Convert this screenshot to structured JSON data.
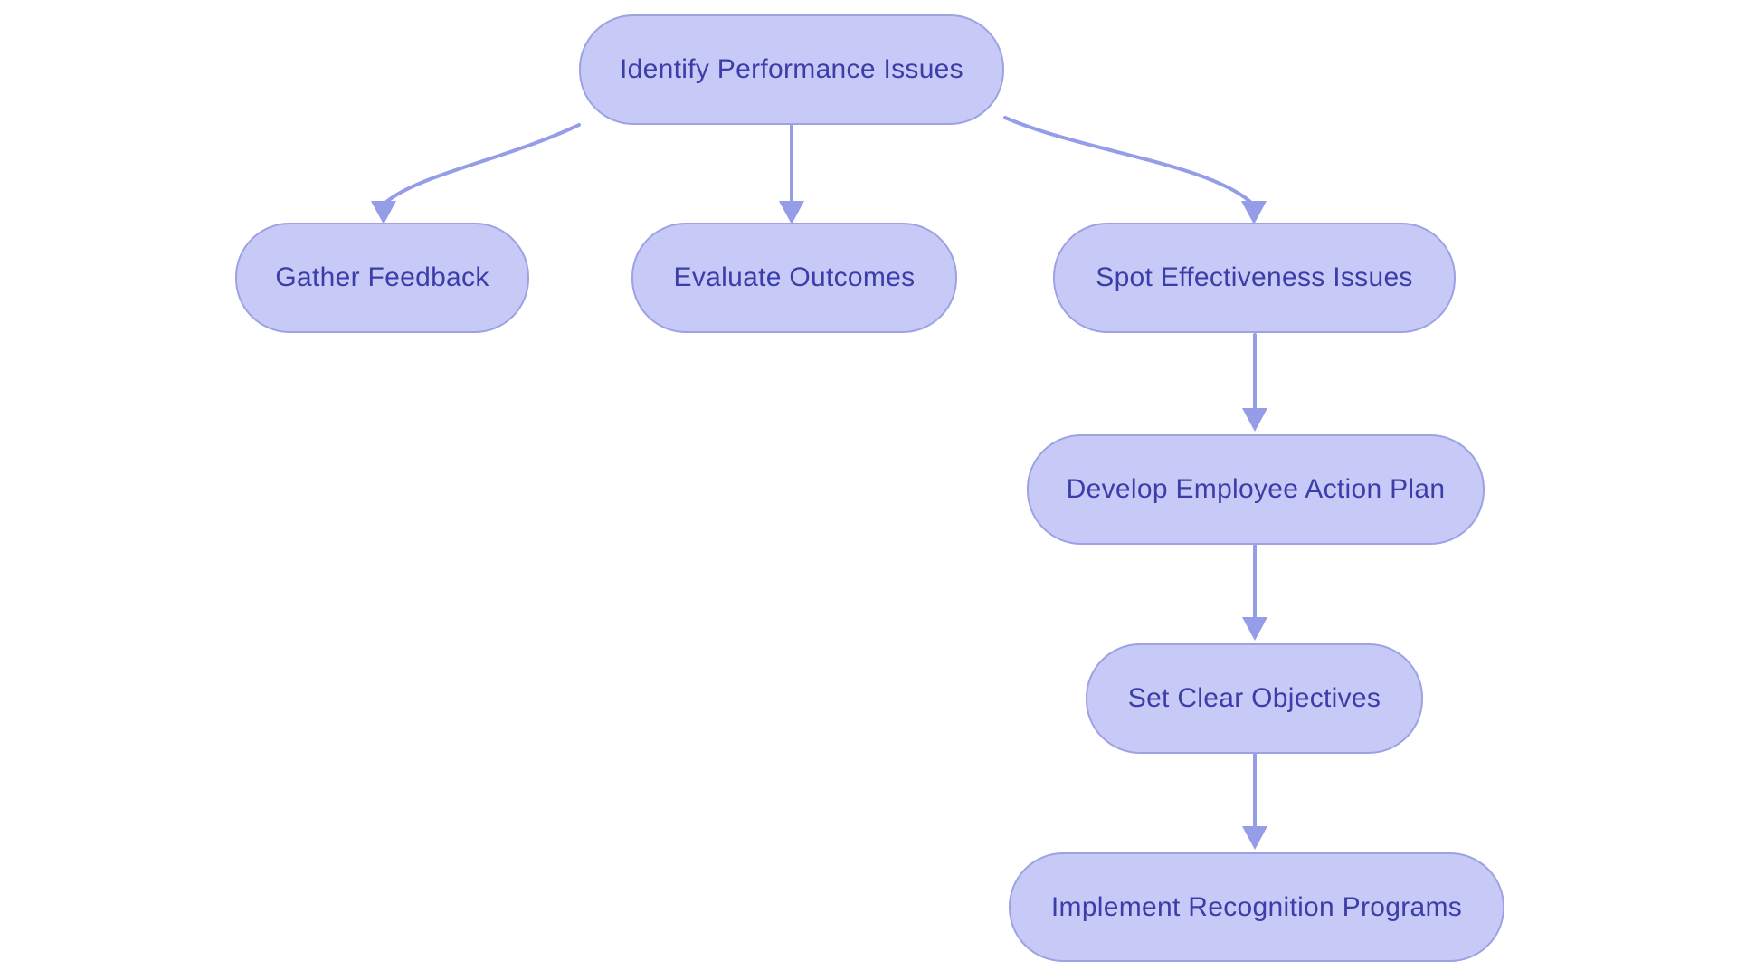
{
  "diagram": {
    "type": "flowchart",
    "direction": "top-down",
    "nodes": [
      {
        "id": "identify",
        "label": "Identify Performance Issues"
      },
      {
        "id": "gather",
        "label": "Gather Feedback"
      },
      {
        "id": "evaluate",
        "label": "Evaluate Outcomes"
      },
      {
        "id": "spot",
        "label": "Spot Effectiveness Issues"
      },
      {
        "id": "develop",
        "label": "Develop Employee Action Plan"
      },
      {
        "id": "objectives",
        "label": "Set Clear Objectives"
      },
      {
        "id": "recognition",
        "label": "Implement Recognition Programs"
      }
    ],
    "edges": [
      {
        "from": "identify",
        "to": "gather"
      },
      {
        "from": "identify",
        "to": "evaluate"
      },
      {
        "from": "identify",
        "to": "spot"
      },
      {
        "from": "spot",
        "to": "develop"
      },
      {
        "from": "develop",
        "to": "objectives"
      },
      {
        "from": "objectives",
        "to": "recognition"
      }
    ]
  },
  "colors": {
    "background": "#ffffff",
    "node_fill": "#c7c9f7",
    "node_border": "#9da2e3",
    "arrow": "#969de8",
    "text": "#3b3ea8"
  }
}
